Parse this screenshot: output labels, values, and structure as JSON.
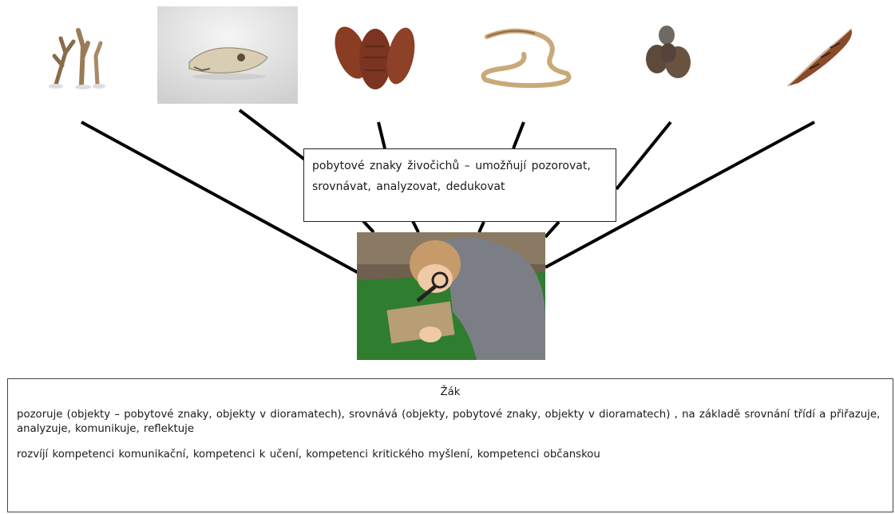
{
  "colors": {
    "line": "#000000",
    "border": "#222222",
    "felt_green": "#2f7d2e",
    "photo_bg": "#f2f2f2"
  },
  "images": [
    {
      "name": "antlers-image",
      "icon": "antler"
    },
    {
      "name": "skull-image",
      "icon": "skull"
    },
    {
      "name": "cones-image",
      "icon": "pine-cone"
    },
    {
      "name": "snake-skin-image",
      "icon": "snake-skin"
    },
    {
      "name": "droppings-image",
      "icon": "droppings"
    },
    {
      "name": "feather-image",
      "icon": "feather"
    }
  ],
  "center": {
    "caption": "pobytové znaky živočichů – umožňují pozorovat, srovnávat, analyzovat, dedukovat",
    "photo": {
      "name": "child-with-magnifier-photo",
      "icon": "magnifying-glass"
    }
  },
  "pupil": {
    "title": "Žák",
    "activities": "pozoruje (objekty – pobytové znaky, objekty v dioramatech), srovnává (objekty, pobytové znaky, objekty v dioramatech) , na základě srovnání třídí a přiřazuje, analyzuje, komunikuje, reflektuje",
    "competences": "rozvíjí kompetenci komunikační, kompetenci k učení, kompetenci kritického myšlení, kompetenci občanskou"
  }
}
